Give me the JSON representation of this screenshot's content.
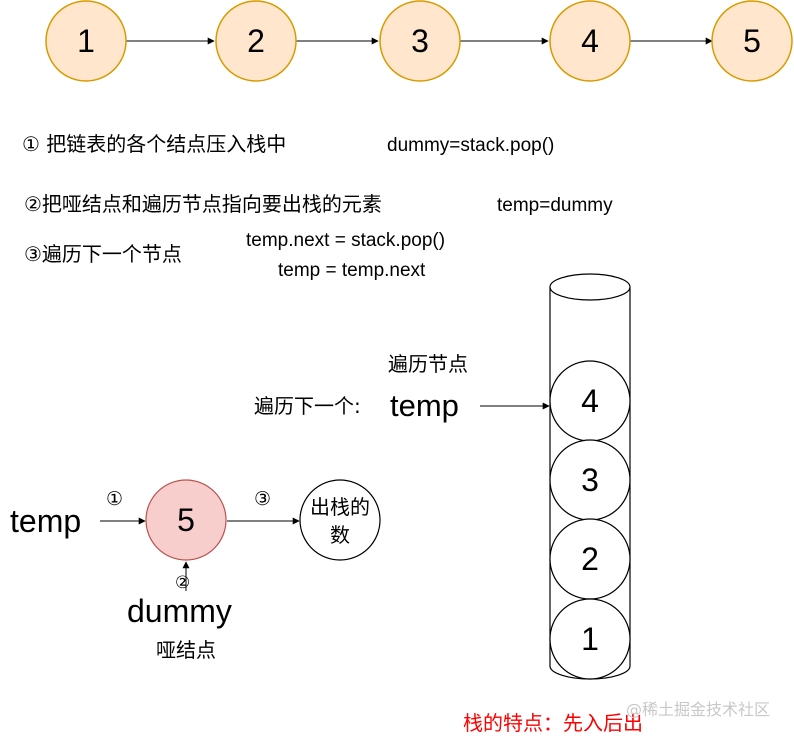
{
  "linked_list": {
    "nodes": [
      "1",
      "2",
      "3",
      "4",
      "5"
    ]
  },
  "steps": {
    "step1": "① 把链表的各个结点压入栈中",
    "step1_code": "dummy=stack.pop()",
    "step2": "②把哑结点和遍历节点指向要出栈的元素",
    "step2_code": "temp=dummy",
    "step3": "③遍历下一个节点",
    "step3_code_line1": "temp.next = stack.pop()",
    "step3_code_line2": "temp = temp.next"
  },
  "stack": {
    "items_top_to_bottom": [
      "4",
      "3",
      "2",
      "1"
    ],
    "traverse_node_caption": "遍历节点",
    "traverse_next_caption": "遍历下一个:",
    "temp_label": "temp",
    "feature_text": "栈的特点：先入后出"
  },
  "operation": {
    "temp_label": "temp",
    "marker1": "①",
    "node_value": "5",
    "marker3": "③",
    "popped_line1": "出栈的",
    "popped_line2": "数",
    "marker2": "②",
    "dummy_label": "dummy",
    "dummy_caption": "哑结点"
  },
  "watermark": "@稀土掘金技术社区",
  "colors": {
    "list_node_fill": "#ffe6cc",
    "list_node_stroke": "#d79b00",
    "highlight_fill": "#f8cecc",
    "highlight_stroke": "#b85450",
    "feature_text": "#ff0000"
  }
}
